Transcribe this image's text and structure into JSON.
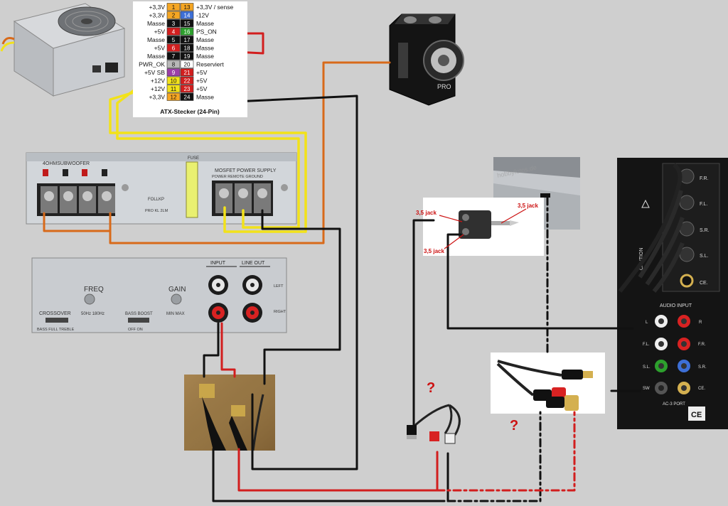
{
  "atx": {
    "title": "ATX-Stecker (24-Pin)",
    "rows": [
      {
        "ll": "+3,3V",
        "lp": "1",
        "lc": "#f5a623",
        "rp": "13",
        "rc": "#f5a623",
        "rl": "+3,3V / sense"
      },
      {
        "ll": "+3,3V",
        "lp": "2",
        "lc": "#f5a623",
        "rp": "14",
        "rc": "#3d6fd6",
        "rl": "-12V"
      },
      {
        "ll": "Masse",
        "lp": "3",
        "lc": "#111111",
        "rp": "15",
        "rc": "#111111",
        "rl": "Masse"
      },
      {
        "ll": "+5V",
        "lp": "4",
        "lc": "#d21e1e",
        "rp": "16",
        "rc": "#2da02d",
        "rl": "PS_ON"
      },
      {
        "ll": "Masse",
        "lp": "5",
        "lc": "#111111",
        "rp": "17",
        "rc": "#111111",
        "rl": "Masse"
      },
      {
        "ll": "+5V",
        "lp": "6",
        "lc": "#d21e1e",
        "rp": "18",
        "rc": "#111111",
        "rl": "Masse"
      },
      {
        "ll": "Masse",
        "lp": "7",
        "lc": "#111111",
        "rp": "19",
        "rc": "#111111",
        "rl": "Masse"
      },
      {
        "ll": "PWR_OK",
        "lp": "8",
        "lc": "#b8b8b8",
        "rp": "20",
        "rc": "#ffffff",
        "rl": "Reserviert"
      },
      {
        "ll": "+5V SB",
        "lp": "9",
        "lc": "#9b3fa8",
        "rp": "21",
        "rc": "#d21e1e",
        "rl": "+5V"
      },
      {
        "ll": "+12V",
        "lp": "10",
        "lc": "#f2e21a",
        "rp": "22",
        "rc": "#d21e1e",
        "rl": "+5V"
      },
      {
        "ll": "+12V",
        "lp": "11",
        "lc": "#f2e21a",
        "rp": "23",
        "rc": "#d21e1e",
        "rl": "+5V"
      },
      {
        "ll": "+3,3V",
        "lp": "12",
        "lc": "#f5a623",
        "rp": "24",
        "rc": "#111111",
        "rl": "Masse"
      }
    ]
  },
  "amp": {
    "terminal_left_label": "4OHMSUBWOOFER",
    "fuse_label": "FUSE",
    "power_supply_label": "MOSFET POWER SUPPLY",
    "power_terms": "POWER  REMOTE  GROUND",
    "mini_left": "LEFT",
    "mini_right": "RIGHT",
    "foldin_label": "FOLLKP",
    "foldin_sub": "PRO KL 2LM",
    "freq_label": "FREQ",
    "freq_range": "50Hz   180Hz",
    "gain_label": "GAIN",
    "gain_range": "MIN   MAX",
    "crossover_label": "CROSSOVER",
    "crossover_opts": "BASS  FULL  TREBLE",
    "bassboost_label": "BASS BOOST",
    "bassboost_opts": "OFF    ON",
    "input_label": "INPUT",
    "lineout_label": "LINE OUT",
    "left_label": "LEFT",
    "right_label": "RIGHT"
  },
  "adapter": {
    "jack_top_left": "3,5 jack",
    "jack_top_right": "3,5 jack",
    "jack_bottom": "3,5 jack"
  },
  "speaker_panel": {
    "fr": "F.R.",
    "fl": "F.L.",
    "sr": "S.R.",
    "sl": "S.L.",
    "ce": "CE.",
    "audio_input": "AUDIO INPUT",
    "l": "L",
    "r": "R",
    "fl2": "F.L.",
    "fr2": "F.R.",
    "sl2": "S.L.",
    "sr2": "S.R.",
    "sw": "SW",
    "ce2": "CE.",
    "ac3": "AC-3 PORT",
    "caution": "CAUTION",
    "ce_mark": "CE"
  },
  "question_mark_1": "?",
  "question_mark_2": "?",
  "watermark": "hobbyfotos.de",
  "colors": {
    "wire_black": "#111111",
    "wire_yellow": "#f2e21a",
    "wire_orange": "#d86a1a",
    "wire_red": "#d21e1e",
    "label_red": "#cc1111"
  }
}
